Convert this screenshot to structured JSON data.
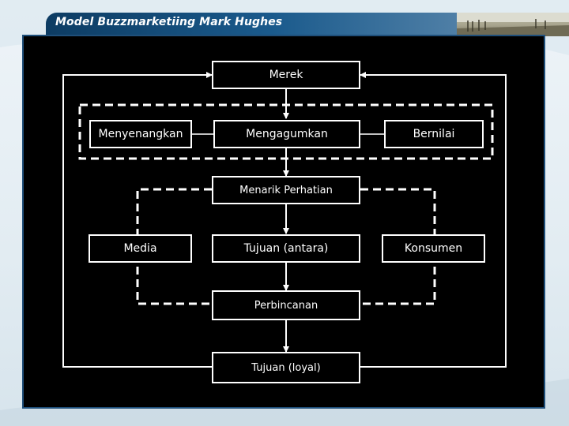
{
  "header": {
    "title": "Model Buzzmarketiing Mark Hughes"
  },
  "diagram": {
    "nodes": {
      "merek": "Merek",
      "menyenangkan": "Menyenangkan",
      "mengagumkan": "Mengagumkan",
      "bernilai": "Bernilai",
      "menarik_perhatian": "Menarik Perhatian",
      "media": "Media",
      "tujuan_antara": "Tujuan (antara)",
      "konsumen": "Konsumen",
      "perbincanan": "Perbincanan",
      "tujuan_loyal": "Tujuan (loyal)"
    },
    "colors": {
      "background": "#000000",
      "node_border": "#ffffff",
      "text": "#ffffff",
      "title_bar": "#1a5a8c"
    }
  }
}
